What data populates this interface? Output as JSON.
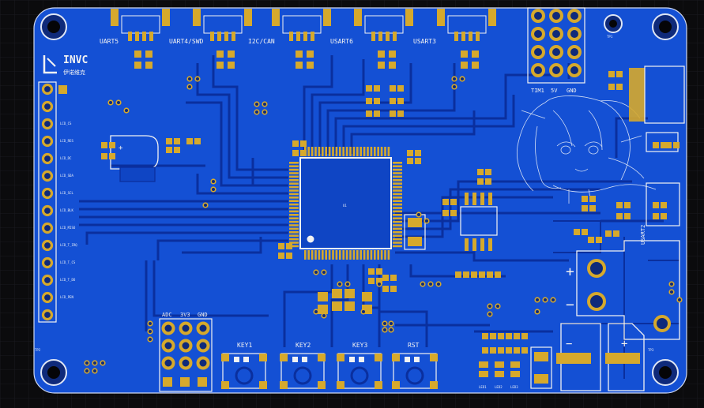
{
  "colors": {
    "background": "#0b0b0d",
    "grid": "#1a1a1f",
    "board": "#1450d4",
    "copper_trace": "#0a2f9e",
    "pad": "#d6a92c",
    "silkscreen": "#f2f2f2"
  },
  "logo": {
    "text": "INVC",
    "subtitle": "伊诺维克"
  },
  "uart_headers": [
    {
      "label": "UART5"
    },
    {
      "label": "UART4/SWD"
    },
    {
      "label": "I2C/CAN"
    },
    {
      "label": "USART6"
    },
    {
      "label": "USART3"
    }
  ],
  "right_header": {
    "labels": [
      "TIM1",
      "5V",
      "GND"
    ]
  },
  "left_header_labels": [
    "LCD_CS",
    "LCD_RES",
    "LCD_DC",
    "LCD_SDA",
    "LCD_SCL",
    "LCD_BLK",
    "LCD_MISO",
    "LCD_T_IRQ",
    "LCD_T_CS",
    "LCD_T_DO",
    "LCD_PEN"
  ],
  "power_header": {
    "labels": [
      "ADC",
      "3V3",
      "GND"
    ]
  },
  "keys": [
    {
      "label": "KEY1"
    },
    {
      "label": "KEY2"
    },
    {
      "label": "KEY3"
    },
    {
      "label": "RST"
    }
  ],
  "usart_side": {
    "label": "USART2"
  },
  "led_labels": [
    "LED1",
    "LED2",
    "LED3"
  ],
  "testpoints": [
    "TP1",
    "TP2",
    "TP3"
  ],
  "mcu_ref": "U1"
}
